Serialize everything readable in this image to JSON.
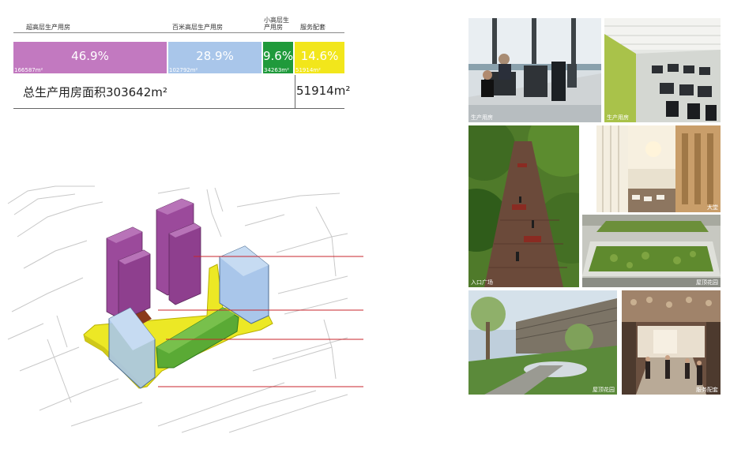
{
  "categories": [
    {
      "label": "超高层生产用房"
    },
    {
      "label": "百米高层生产用房"
    },
    {
      "label": "小高层生产用房"
    },
    {
      "label": "服务配套"
    }
  ],
  "segments": [
    {
      "percent": "46.9%",
      "area": "166587m²",
      "share": 0.469,
      "color": "#c279c0"
    },
    {
      "percent": "28.9%",
      "area": "102792m²",
      "share": 0.289,
      "color": "#a9c6ea"
    },
    {
      "percent": "9.6%",
      "area": "34263m²",
      "share": 0.096,
      "color": "#1f9a3b"
    },
    {
      "percent": "14.6%",
      "area": "51914m²",
      "share": 0.146,
      "color": "#f2e61b"
    }
  ],
  "total_label": "总生产用房面积303642m²",
  "service_total": "51914m²",
  "photos": [
    {
      "caption": "生产用房"
    },
    {
      "caption": "生产用房"
    },
    {
      "caption": "入口广场"
    },
    {
      "caption": "大堂"
    },
    {
      "caption": "屋顶花园"
    },
    {
      "caption": "屋顶花园"
    },
    {
      "caption": "服务配套"
    }
  ],
  "colors": {
    "leader": "#c8252c",
    "tower": "#9b4a9b",
    "blue": "#a9c6ea",
    "green": "#5aaa35",
    "yellow": "#ece825"
  }
}
